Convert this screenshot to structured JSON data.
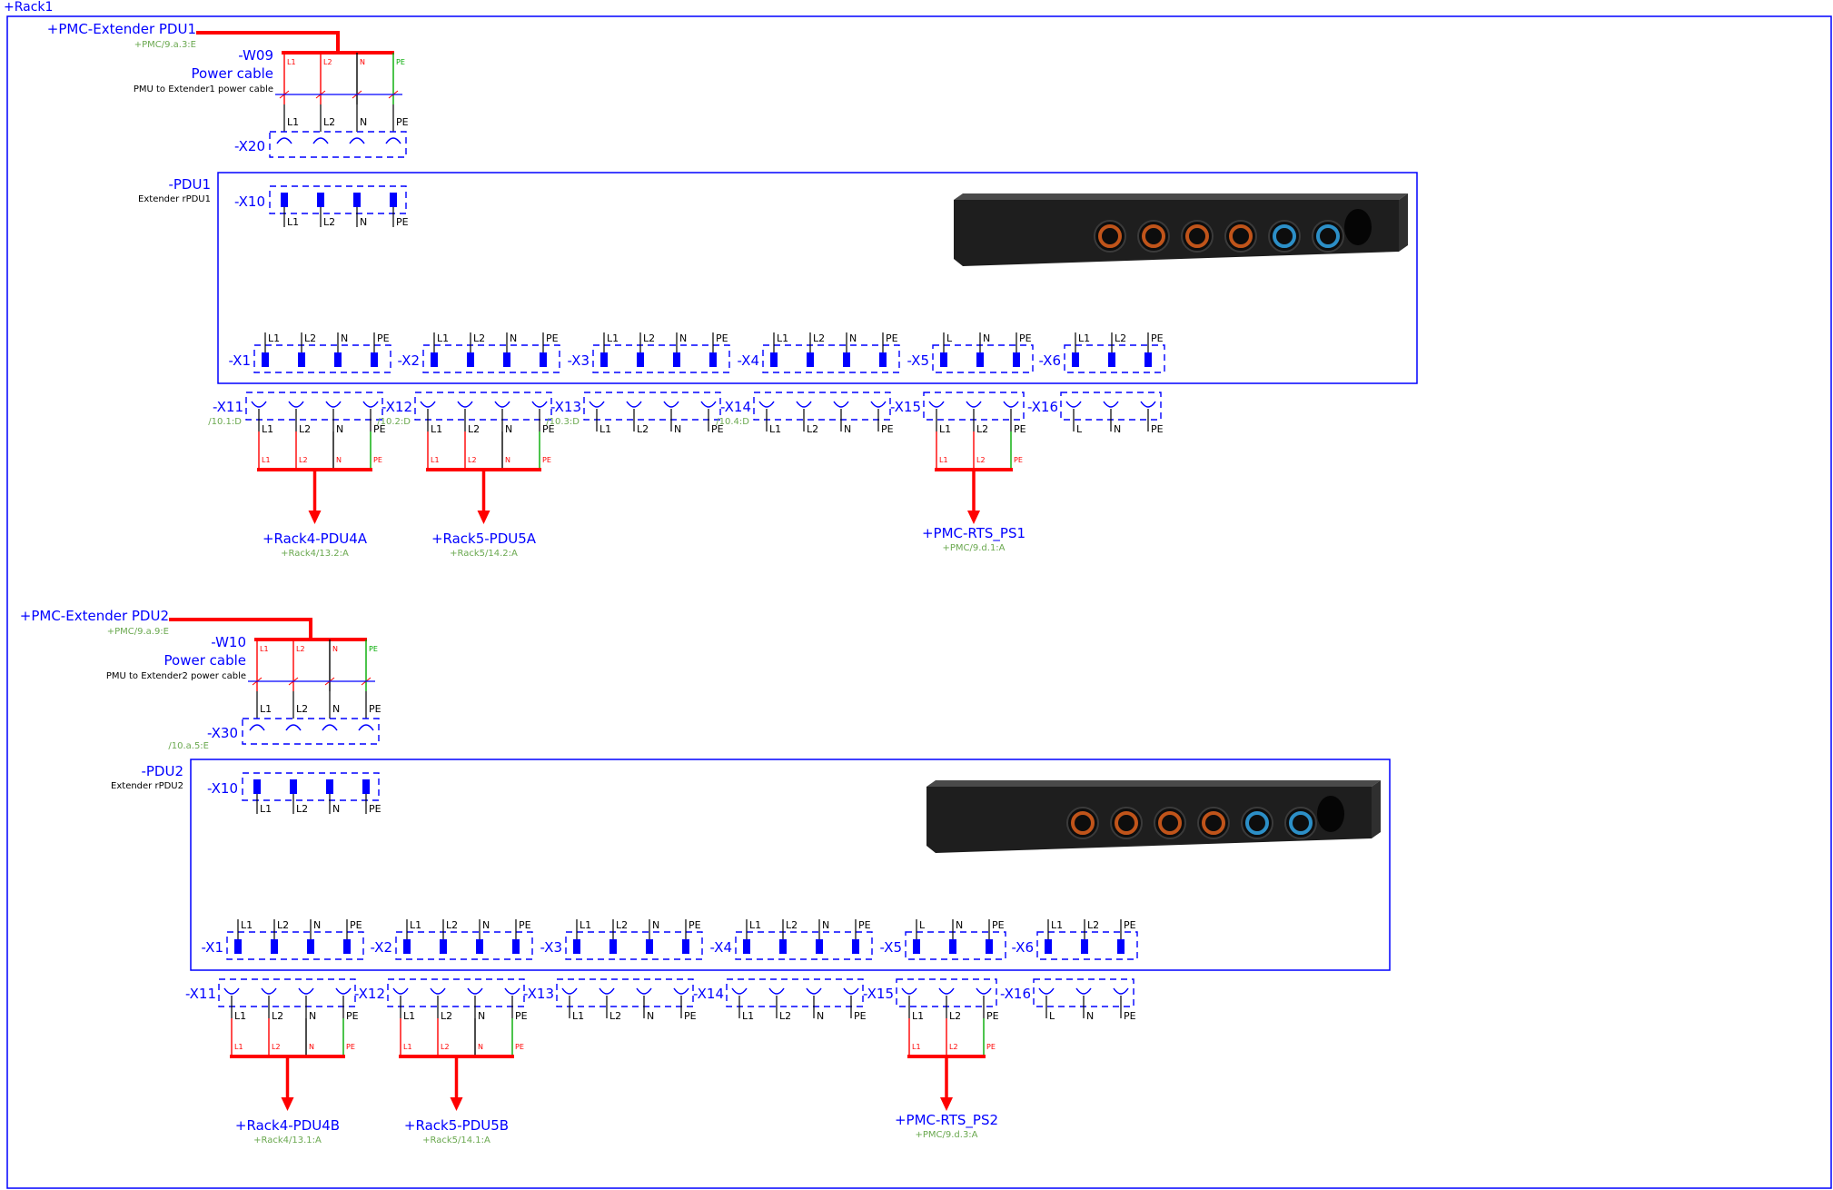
{
  "rack_label": "+Rack1",
  "colors": {
    "frame": "#0000ff",
    "red": "#ff0000",
    "green": "#00aa00",
    "black": "#000000",
    "ref": "#6aa84f",
    "pin": "#0000ff"
  },
  "phases4": [
    "L1",
    "L2",
    "N",
    "PE"
  ],
  "phases3": [
    "L",
    "N",
    "PE"
  ],
  "phases3_pdu": [
    "L1",
    "L2",
    "PE"
  ],
  "cable_function": "Power cable",
  "pdu_description": "Extender rPDU1",
  "blocks": [
    {
      "source": "+PMC-Extender PDU1",
      "source_ref": "+PMC/9.a.3:E",
      "cable_tag": "-W09",
      "cable_function": "Power cable",
      "cable_description": "PMU to Extender1 power cable",
      "inlet_tag": "-X20",
      "inlet_ref": "",
      "pdu_tag": "-PDU1",
      "pdu_description": "Extender rPDU1",
      "pdu_inlet_tag": "-X10",
      "pdu_sockets": [
        "-X1",
        "-X2",
        "-X3",
        "-X4",
        "-X5",
        "-X6"
      ],
      "outlets": [
        "-X11",
        "-X12",
        "-X13",
        "-X14",
        "-X15",
        "-X16"
      ],
      "outlet_refs": [
        "/10.1:D",
        "/10.2:D",
        "/10.3:D",
        "/10.4:D"
      ],
      "destinations": [
        {
          "name": "+Rack4-PDU4A",
          "ref": "+Rack4/13.2:A"
        },
        {
          "name": "+Rack5-PDU5A",
          "ref": "+Rack5/14.2:A"
        },
        {
          "name": "+PMC-RTS_PS1",
          "ref": "+PMC/9.d.1:A"
        }
      ]
    },
    {
      "source": "+PMC-Extender PDU2",
      "source_ref": "+PMC/9.a.9:E",
      "cable_tag": "-W10",
      "cable_function": "Power cable",
      "cable_description": "PMU to Extender2 power cable",
      "inlet_tag": "-X30",
      "inlet_ref": "/10.a.5:E",
      "pdu_tag": "-PDU2",
      "pdu_description": "Extender rPDU2",
      "pdu_inlet_tag": "-X10",
      "pdu_sockets": [
        "-X1",
        "-X2",
        "-X3",
        "-X4",
        "-X5",
        "-X6"
      ],
      "outlets": [
        "-X11",
        "-X12",
        "-X13",
        "-X14",
        "-X15",
        "-X16"
      ],
      "outlet_refs": [],
      "destinations": [
        {
          "name": "+Rack4-PDU4B",
          "ref": "+Rack4/13.1:A"
        },
        {
          "name": "+Rack5-PDU5B",
          "ref": "+Rack5/14.1:A"
        },
        {
          "name": "+PMC-RTS_PS2",
          "ref": "+PMC/9.d.3:A"
        }
      ]
    }
  ]
}
